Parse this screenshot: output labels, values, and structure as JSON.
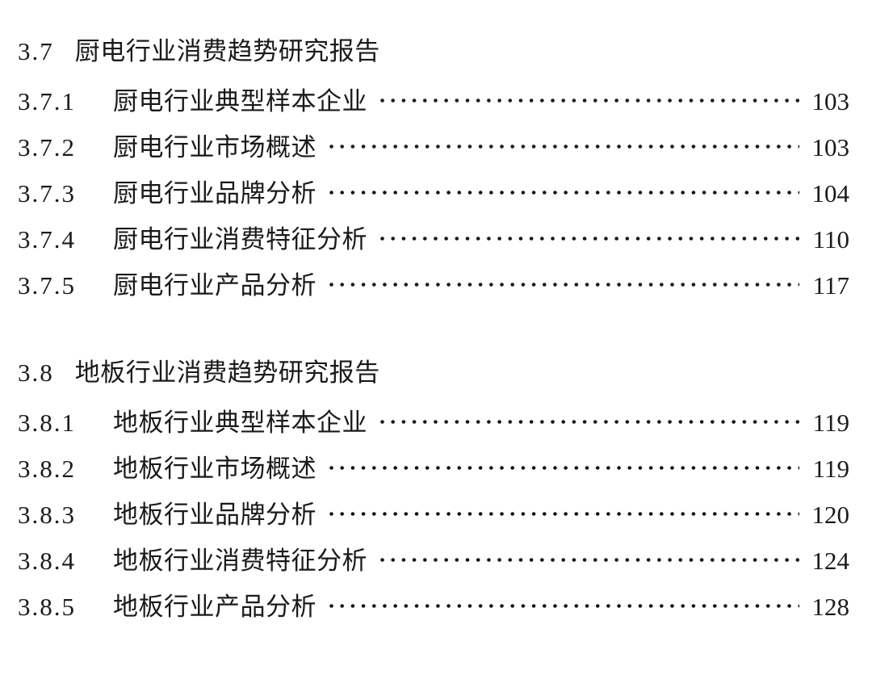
{
  "document": {
    "type": "table-of-contents",
    "language": "zh",
    "background_color": "#ffffff",
    "text_color": "#1a1a1a"
  },
  "sections": [
    {
      "number": "3.7",
      "title": "厨电行业消费趋势研究报告",
      "entries": [
        {
          "number": "3.7.1",
          "title": "厨电行业典型样本企业",
          "page": "103"
        },
        {
          "number": "3.7.2",
          "title": "厨电行业市场概述",
          "page": "103"
        },
        {
          "number": "3.7.3",
          "title": "厨电行业品牌分析",
          "page": "104"
        },
        {
          "number": "3.7.4",
          "title": "厨电行业消费特征分析",
          "page": "110"
        },
        {
          "number": "3.7.5",
          "title": "厨电行业产品分析",
          "page": "117"
        }
      ]
    },
    {
      "number": "3.8",
      "title": "地板行业消费趋势研究报告",
      "entries": [
        {
          "number": "3.8.1",
          "title": "地板行业典型样本企业",
          "page": "119"
        },
        {
          "number": "3.8.2",
          "title": "地板行业市场概述",
          "page": "119"
        },
        {
          "number": "3.8.3",
          "title": "地板行业品牌分析",
          "page": "120"
        },
        {
          "number": "3.8.4",
          "title": "地板行业消费特征分析",
          "page": "124"
        },
        {
          "number": "3.8.5",
          "title": "地板行业产品分析",
          "page": "128"
        }
      ]
    }
  ]
}
